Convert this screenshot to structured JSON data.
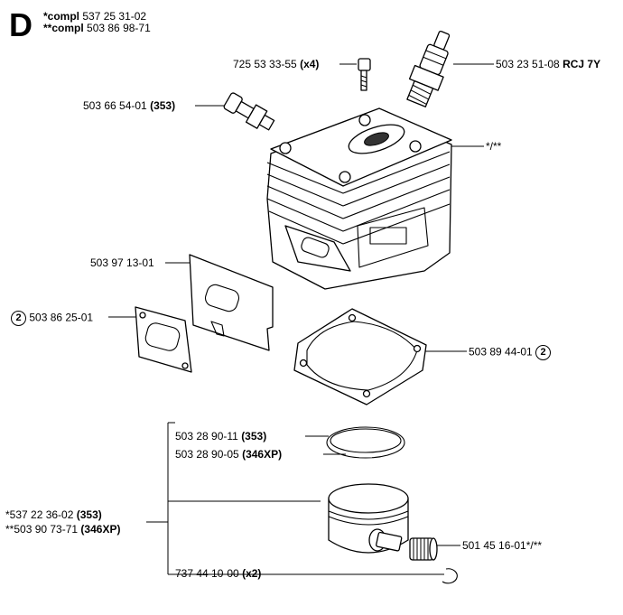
{
  "section": "D",
  "compl": [
    {
      "prefix": "*compl",
      "number": "537 25 31-02"
    },
    {
      "prefix": "**compl",
      "number": "503 86 98-71"
    }
  ],
  "callouts": {
    "screw": {
      "number": "725 53 33-55",
      "qty": "(x4)"
    },
    "spark_plug": {
      "number": "503 23 51-08",
      "spec": "RCJ 7Y"
    },
    "decomp_valve": {
      "number": "503 66 54-01",
      "model": "(353)"
    },
    "cylinder": {
      "text": "*/**"
    },
    "plate": {
      "number": "503 97 13-01"
    },
    "exhaust_gasket": {
      "badge": "2",
      "number": "503 86 25-01"
    },
    "base_gasket": {
      "number": "503 89 44-01",
      "badge": "2"
    },
    "ring_353": {
      "number": "503 28 90-11",
      "model": "(353)"
    },
    "ring_346xp": {
      "number": "503 28 90-05",
      "model": "(346XP)"
    },
    "piston_353": {
      "number": "*537 22 36-02",
      "model": "(353)"
    },
    "piston_346xp": {
      "number": "**503 90 73-71",
      "model": "(346XP)"
    },
    "bearing": {
      "number": "501 45 16-01*/**"
    },
    "circlip": {
      "number": "737 44 10-00",
      "qty": "(x2)"
    }
  }
}
